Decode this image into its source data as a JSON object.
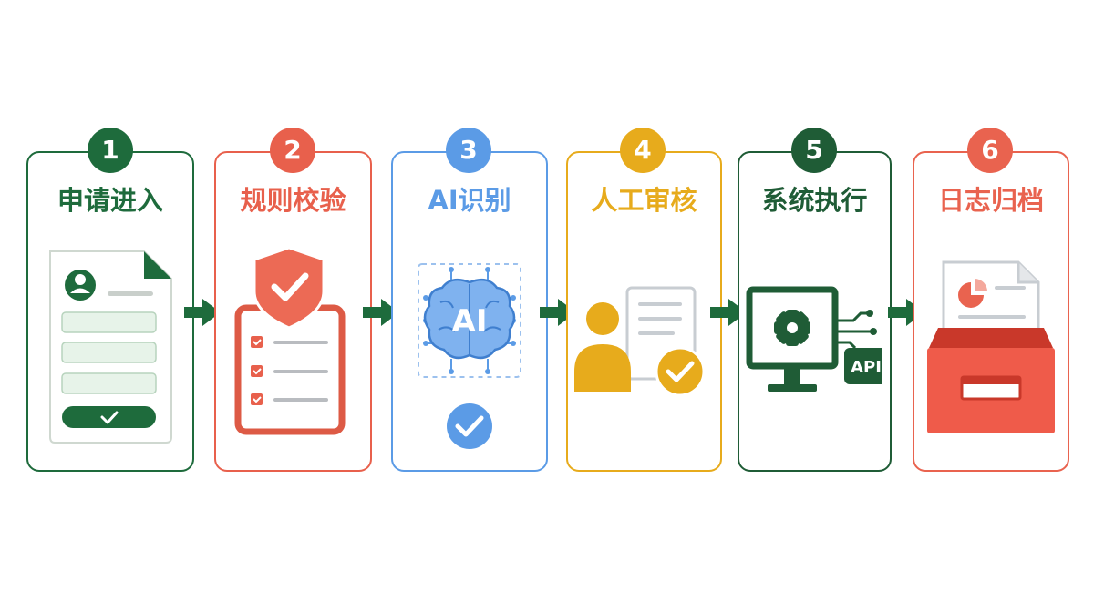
{
  "colors": {
    "green": "#1e6b3c",
    "red": "#e8604c",
    "blue": "#5b9be6",
    "yellow": "#e7ab1c",
    "dark_green": "#1f5c36",
    "orange_red": "#e9634f"
  },
  "steps": [
    {
      "num": "1",
      "title": "申请进入",
      "icon": "application-form-icon"
    },
    {
      "num": "2",
      "title": "规则校验",
      "icon": "shield-checklist-icon"
    },
    {
      "num": "3",
      "title": "AI识别",
      "icon": "ai-brain-icon",
      "icon_text": "AI"
    },
    {
      "num": "4",
      "title": "人工审核",
      "icon": "person-review-icon"
    },
    {
      "num": "5",
      "title": "系统执行",
      "icon": "monitor-gear-api-icon",
      "icon_text": "API"
    },
    {
      "num": "6",
      "title": "日志归档",
      "icon": "archive-box-icon"
    }
  ]
}
